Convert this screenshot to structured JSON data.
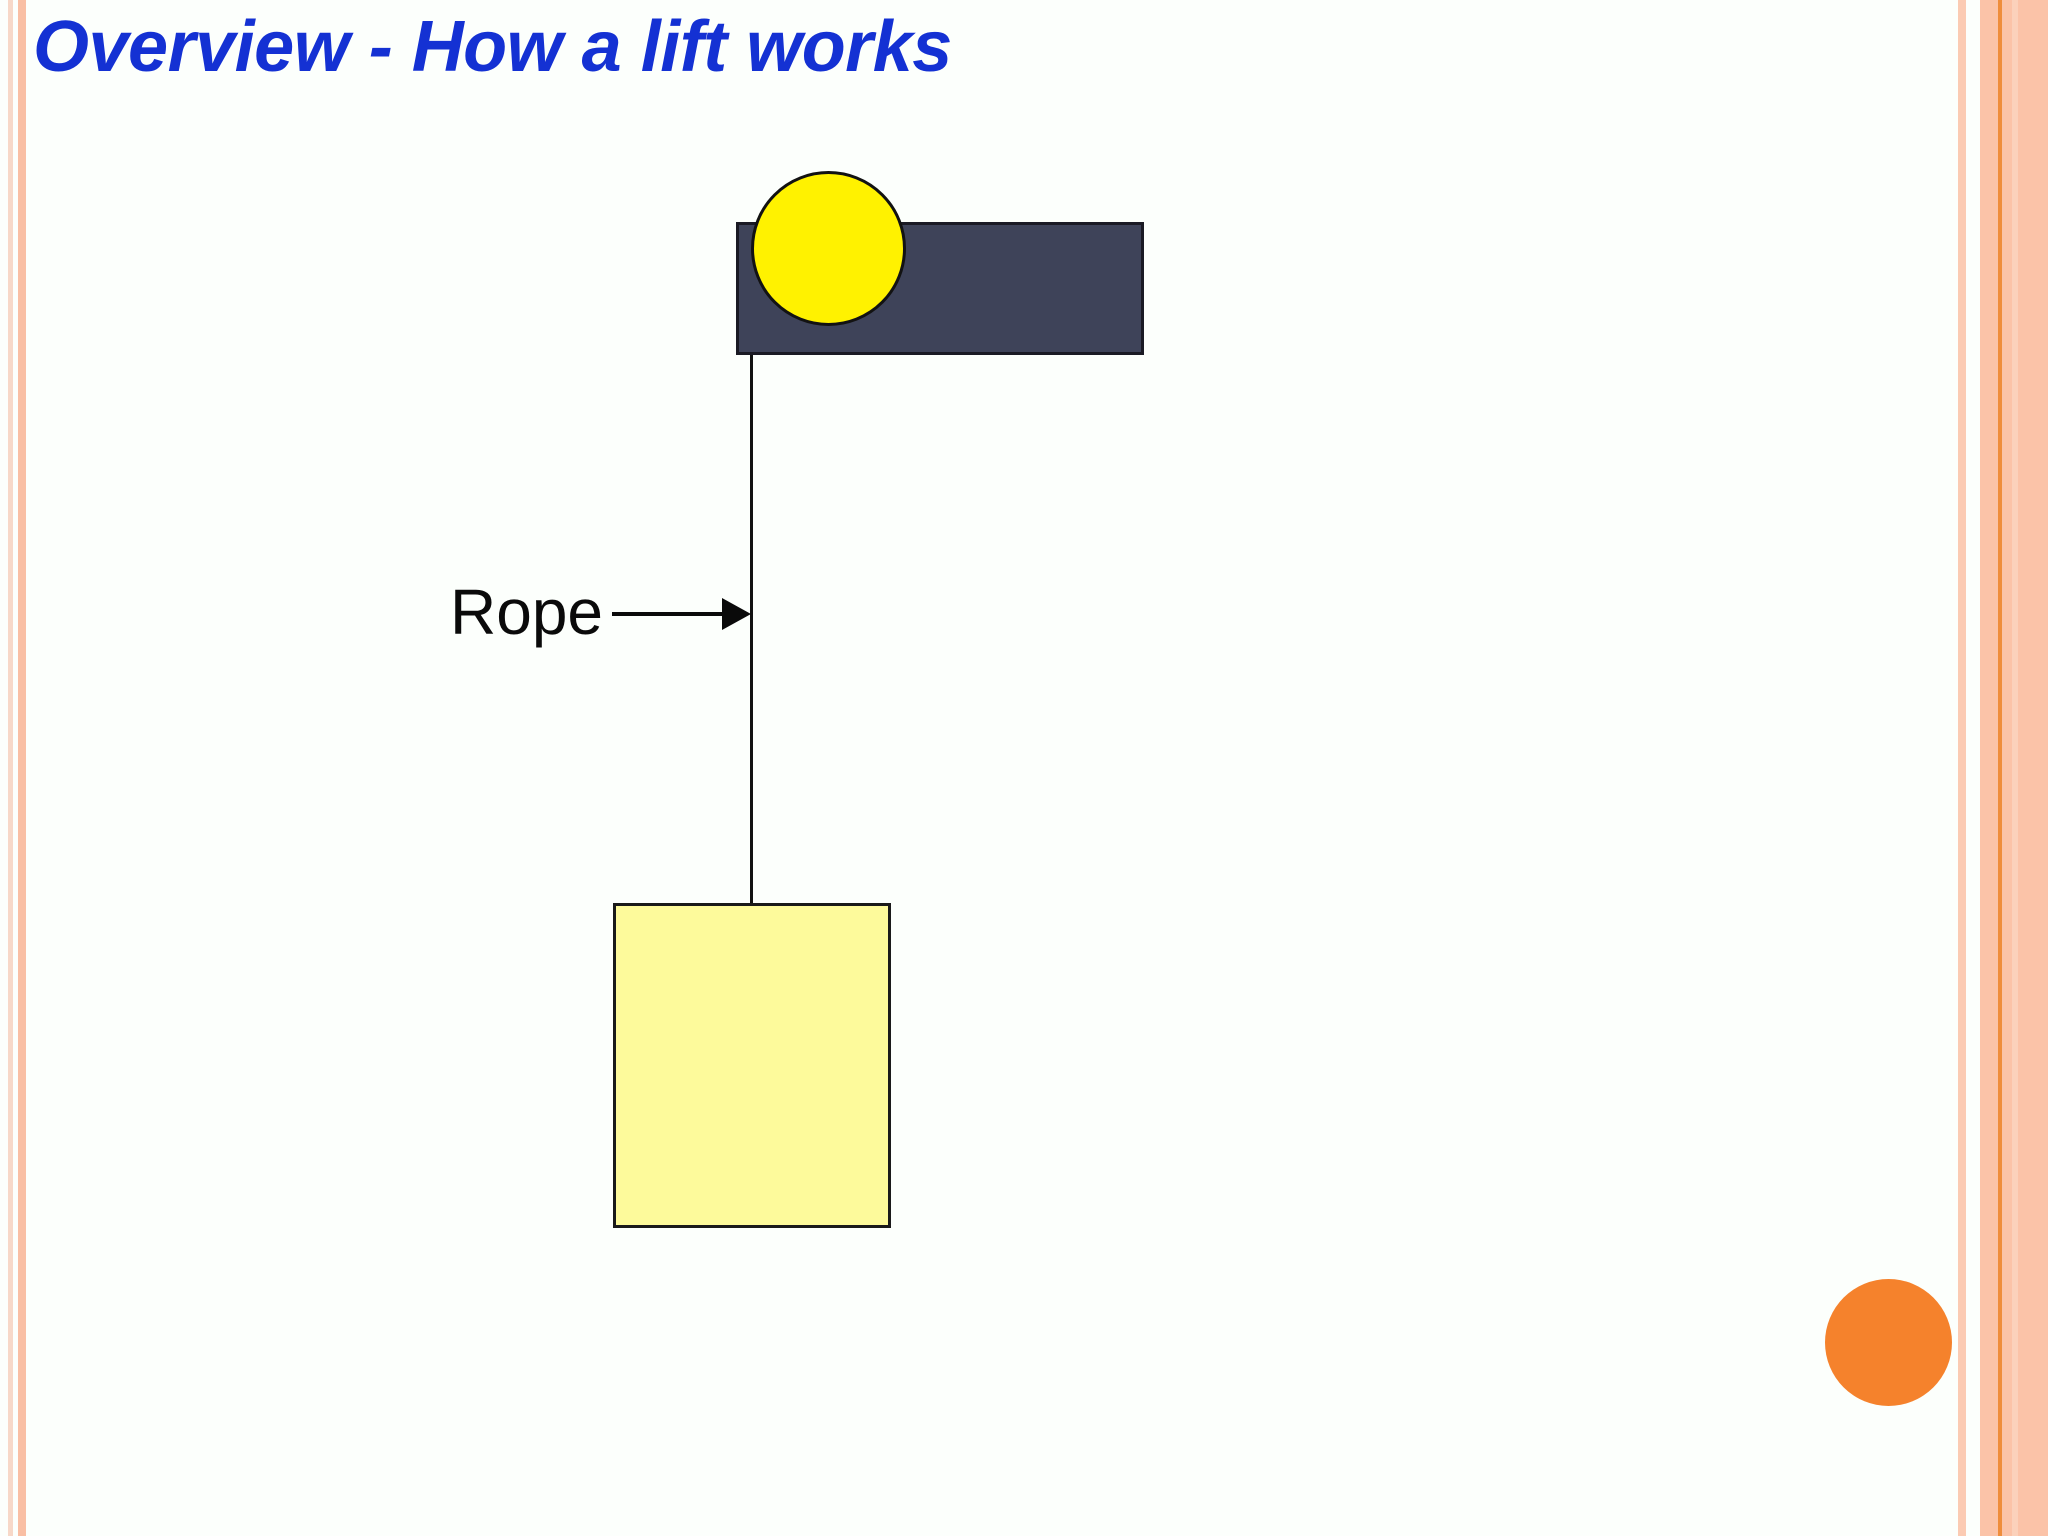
{
  "slide": {
    "title": "Overview - How a lift works",
    "background_color": "#fcfffc",
    "title_color": "#1431d3"
  },
  "decor": {
    "left_stripe_light": "#f7d8c8",
    "left_stripe_peach": "#f9bfa4",
    "right_stripe_peach": "#fbc3a8",
    "right_stripe_orange_line": "#ef8d3c",
    "accent_circle_color": "#f5822c",
    "accent_circle_name": "orange-accent-circle"
  },
  "diagram": {
    "name": "lift-mechanism-diagram",
    "parts": {
      "motor_block": {
        "name": "motor-housing",
        "color": "#3e4359",
        "outline": "#1a1a24"
      },
      "pulley": {
        "name": "pulley-wheel",
        "color": "#fff200",
        "outline": "#121212"
      },
      "rope": {
        "name": "rope-line",
        "color": "#111111"
      },
      "lift_car": {
        "name": "lift-car",
        "color": "#fdfa9b",
        "outline": "#1a1a1a"
      }
    },
    "labels": [
      {
        "name": "rope-label",
        "text": "Rope",
        "color": "#0a0a0a",
        "pointer": "arrow-right"
      }
    ]
  }
}
